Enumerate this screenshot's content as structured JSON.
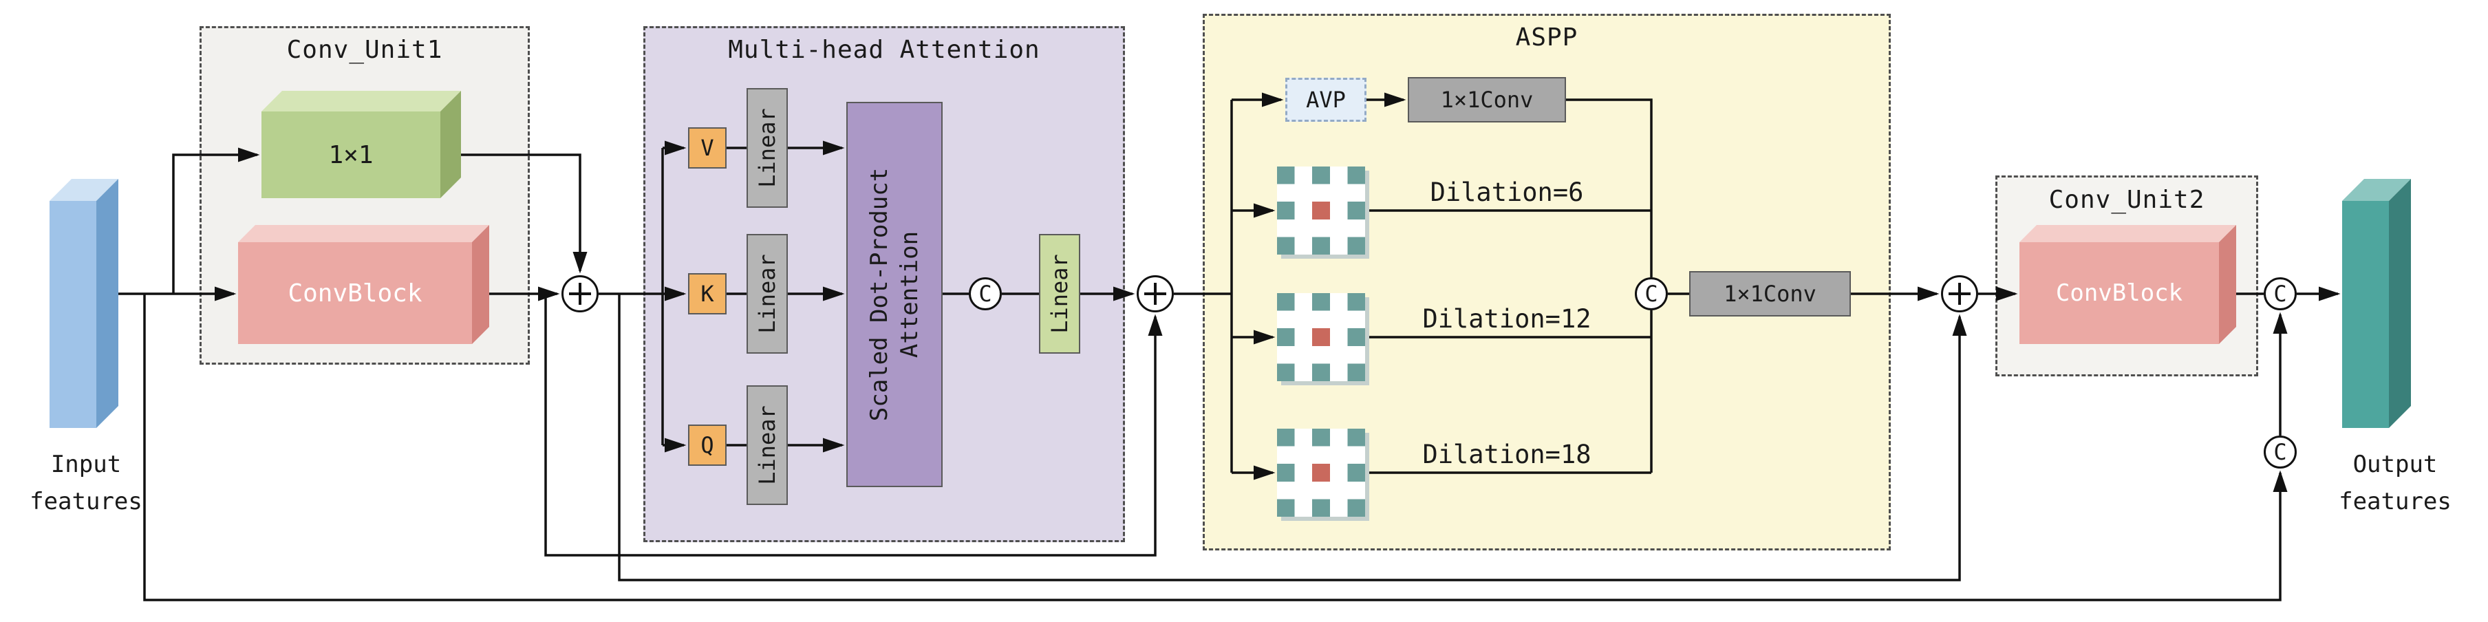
{
  "input": {
    "label_line1": "Input",
    "label_line2": "features"
  },
  "output": {
    "label_line1": "Output",
    "label_line2": "features"
  },
  "conv_unit1": {
    "title": "Conv_Unit1",
    "conv_1x1_label": "1×1",
    "convblock_label": "ConvBlock"
  },
  "attention": {
    "title": "Multi-head Attention",
    "v_label": "V",
    "k_label": "K",
    "q_label": "Q",
    "linear_v_label": "Linear",
    "linear_k_label": "Linear",
    "linear_q_label": "Linear",
    "sdpa_label": "Scaled Dot-Product Attention",
    "concat_label": "C",
    "linear_out_label": "Linear"
  },
  "aspp": {
    "title": "ASPP",
    "avp_label": "AVP",
    "pool_conv_label": "1×1Conv",
    "dilation_labels": [
      "Dilation=6",
      "Dilation=12",
      "Dilation=18"
    ],
    "concat_label": "C",
    "out_conv_label": "1×1Conv"
  },
  "conv_unit2": {
    "title": "Conv_Unit2",
    "convblock_label": "ConvBlock"
  },
  "merge": {
    "concat_main_label": "C",
    "concat_skip_label": "C"
  },
  "colors": {
    "input_block": "#9fc3e8",
    "output_block": "#4ea69e",
    "conv_1x1_block": "#b7d08f",
    "convblock": "#eba9a4",
    "attention_panel_bg": "#ddd7e8",
    "aspp_panel_bg": "#fbf7d8",
    "unit_panel_bg": "#f2f1ee",
    "sdpa_box": "#ab98c6",
    "vkq_box": "#f3b465",
    "linear_box": "#b5b5b5",
    "linear_out_box": "#cbdca2",
    "conv_gray_box": "#a8a8a8",
    "avp_box": "#e4eef8",
    "grid_teal": "#6b9e9a",
    "grid_center_red": "#c9695d",
    "line": "#111111"
  }
}
